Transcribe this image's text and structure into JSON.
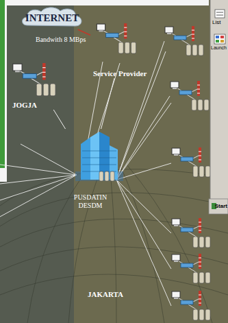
{
  "diagram": {
    "nodes": [
      {
        "text": [
          "INTERNET"
        ]
      },
      {
        "text": [
          "Service Provider"
        ]
      },
      {
        "text": [
          "JOGJA"
        ]
      },
      {
        "text": [
          "PUSDATIN DESDM"
        ]
      }
    ],
    "edges": [
      {
        "from": 0,
        "to": 1,
        "arrow": "none"
      },
      {
        "from": 3,
        "to": 1,
        "arrow": "none"
      },
      {
        "from": 3,
        "to": 2,
        "arrow": "none"
      }
    ],
    "labels": [
      "Bandwith 8 MBps",
      "JAKARTA",
      "List",
      "Launch",
      "Start"
    ]
  }
}
